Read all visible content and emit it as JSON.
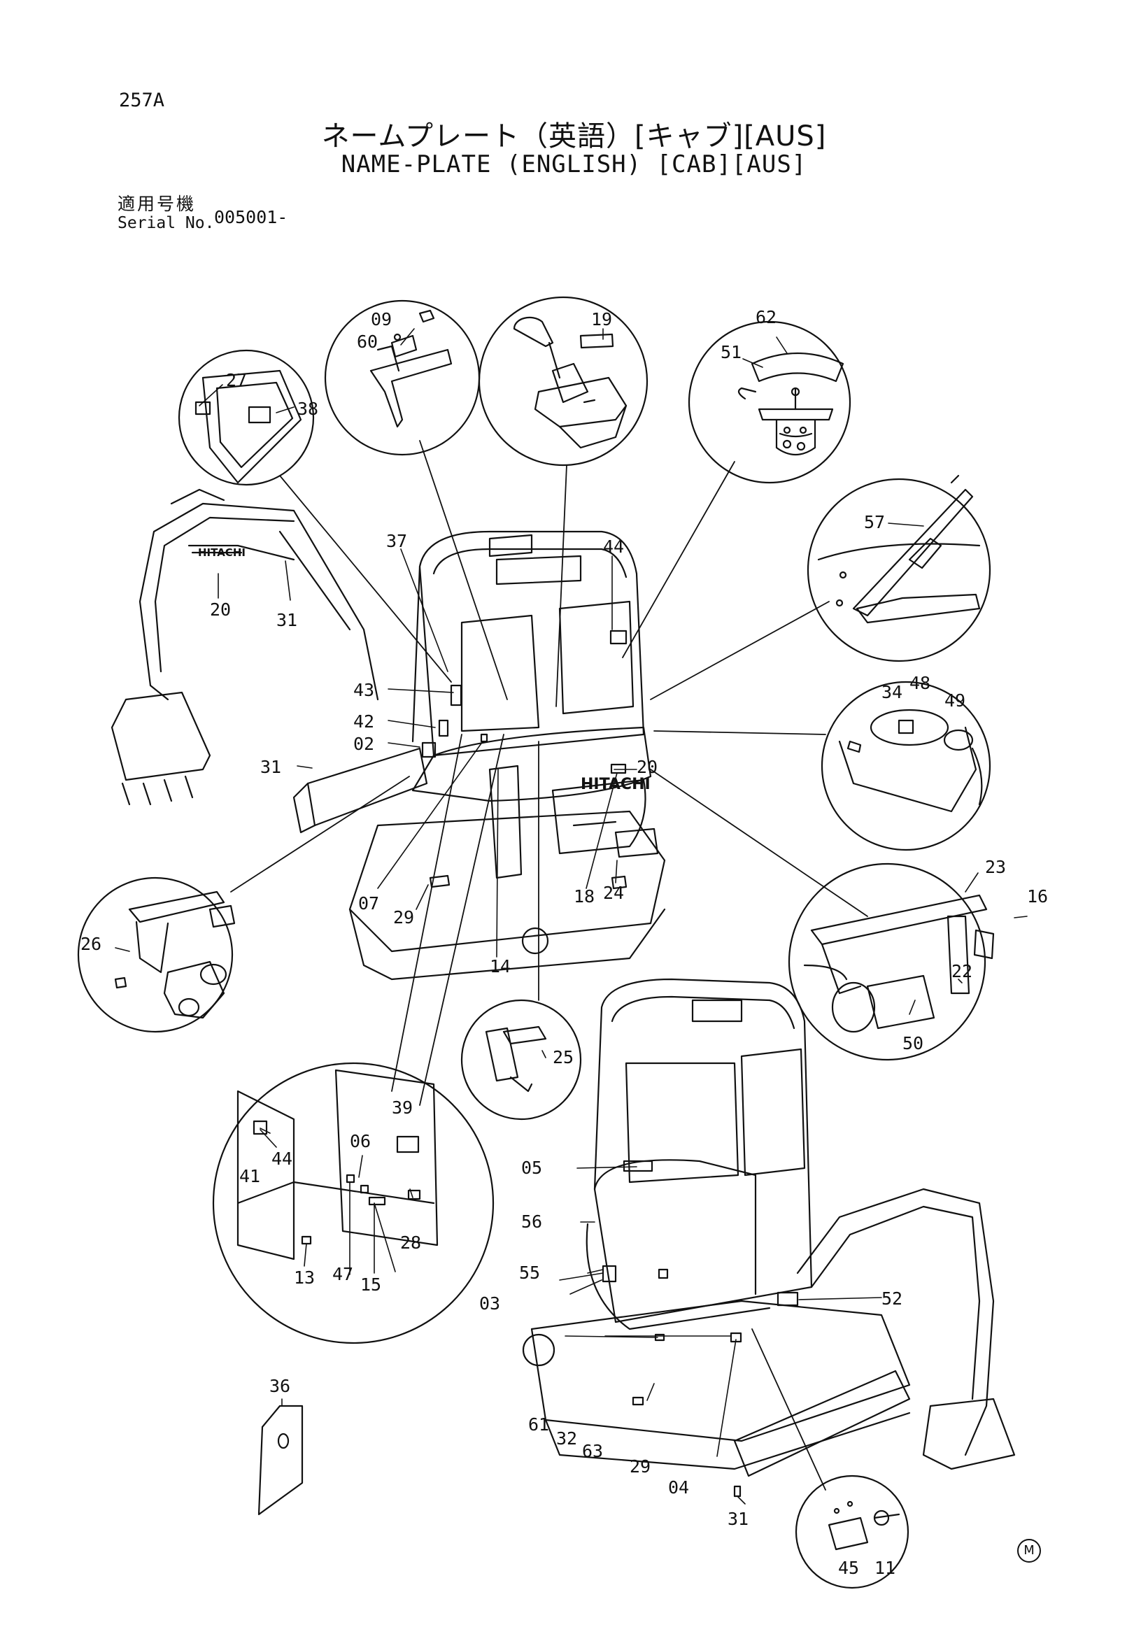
{
  "header": {
    "page_number": "257A",
    "title_jp": "ネームプレート（英語）[キャブ][AUS]",
    "title_en": "NAME-PLATE (ENGLISH) [CAB][AUS]",
    "serial_label_jp": "適用号機",
    "serial_label_en": "Serial No.",
    "serial_value": "005001-"
  },
  "brand_decal_text": "HITACHI",
  "corner_mark": "M",
  "callouts": [
    {
      "id": "c27",
      "label": "27"
    },
    {
      "id": "c38",
      "label": "38"
    },
    {
      "id": "c09",
      "label": "09"
    },
    {
      "id": "c60",
      "label": "60"
    },
    {
      "id": "c19",
      "label": "19"
    },
    {
      "id": "c62",
      "label": "62"
    },
    {
      "id": "c51",
      "label": "51"
    },
    {
      "id": "c57",
      "label": "57"
    },
    {
      "id": "c37",
      "label": "37"
    },
    {
      "id": "c44a",
      "label": "44"
    },
    {
      "id": "c20a",
      "label": "20"
    },
    {
      "id": "c31a",
      "label": "31"
    },
    {
      "id": "c43",
      "label": "43"
    },
    {
      "id": "c42",
      "label": "42"
    },
    {
      "id": "c02",
      "label": "02"
    },
    {
      "id": "c31b",
      "label": "31"
    },
    {
      "id": "c34",
      "label": "34"
    },
    {
      "id": "c48",
      "label": "48"
    },
    {
      "id": "c49",
      "label": "49"
    },
    {
      "id": "c20b",
      "label": "20"
    },
    {
      "id": "c07",
      "label": "07"
    },
    {
      "id": "c29a",
      "label": "29"
    },
    {
      "id": "c18",
      "label": "18"
    },
    {
      "id": "c24",
      "label": "24"
    },
    {
      "id": "c14",
      "label": "14"
    },
    {
      "id": "c26",
      "label": "26"
    },
    {
      "id": "c23",
      "label": "23"
    },
    {
      "id": "c16",
      "label": "16"
    },
    {
      "id": "c22",
      "label": "22"
    },
    {
      "id": "c50",
      "label": "50"
    },
    {
      "id": "c25",
      "label": "25"
    },
    {
      "id": "c39",
      "label": "39"
    },
    {
      "id": "c41",
      "label": "41"
    },
    {
      "id": "c44b",
      "label": "44"
    },
    {
      "id": "c06",
      "label": "06"
    },
    {
      "id": "c28",
      "label": "28"
    },
    {
      "id": "c13",
      "label": "13"
    },
    {
      "id": "c47",
      "label": "47"
    },
    {
      "id": "c15",
      "label": "15"
    },
    {
      "id": "c05",
      "label": "05"
    },
    {
      "id": "c56",
      "label": "56"
    },
    {
      "id": "c55",
      "label": "55"
    },
    {
      "id": "c03",
      "label": "03"
    },
    {
      "id": "c52",
      "label": "52"
    },
    {
      "id": "c61",
      "label": "61"
    },
    {
      "id": "c32",
      "label": "32"
    },
    {
      "id": "c63",
      "label": "63"
    },
    {
      "id": "c29b",
      "label": "29"
    },
    {
      "id": "c04",
      "label": "04"
    },
    {
      "id": "c31c",
      "label": "31"
    },
    {
      "id": "c36",
      "label": "36"
    },
    {
      "id": "c45",
      "label": "45"
    },
    {
      "id": "c11",
      "label": "11"
    }
  ]
}
